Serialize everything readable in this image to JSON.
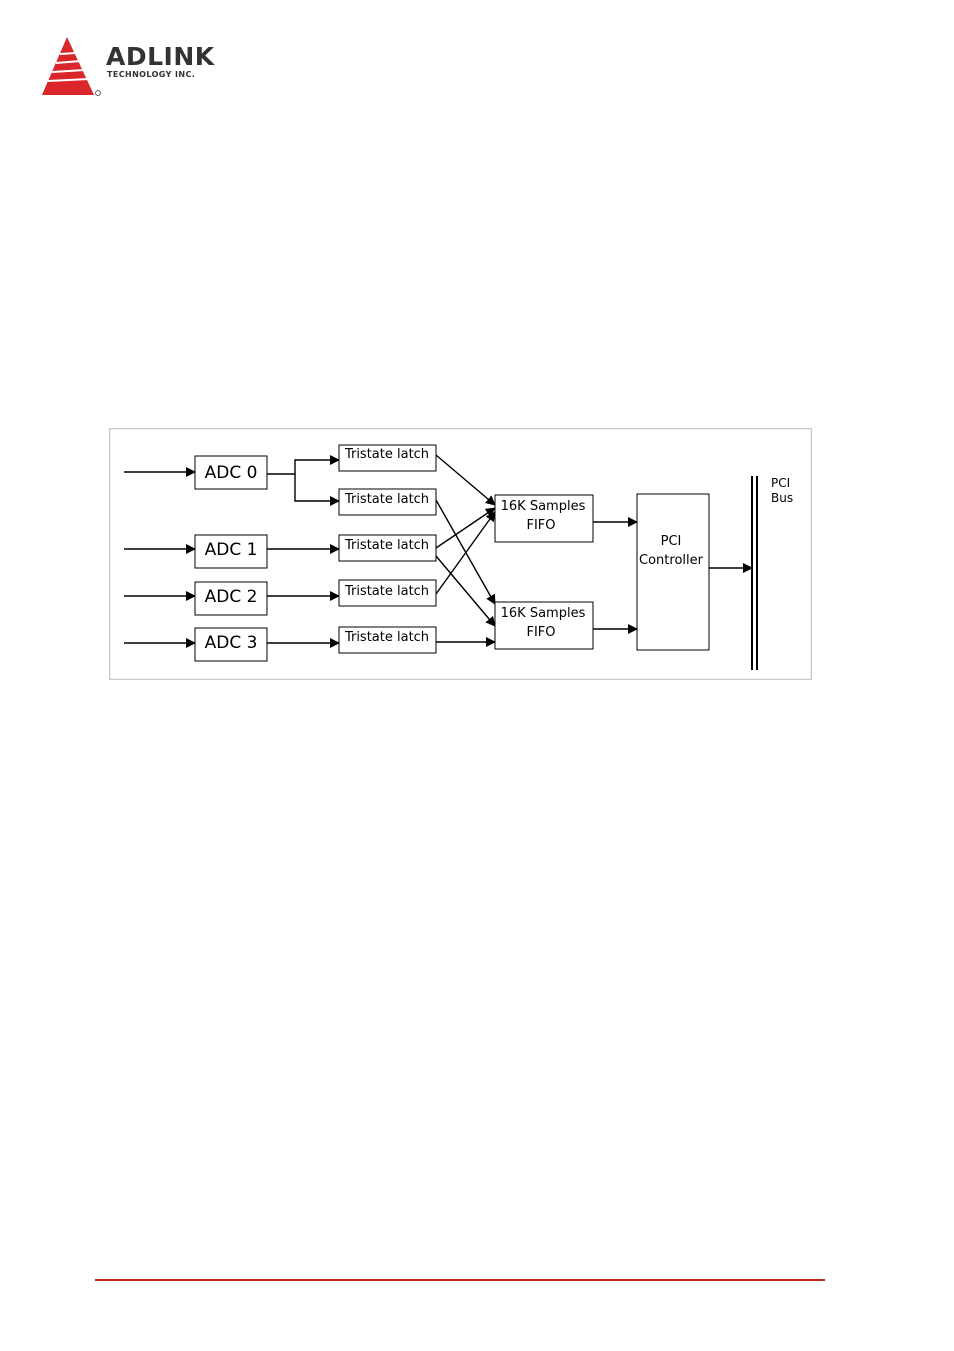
{
  "header": {
    "logo": {
      "icon": "adlink-triangle-logo",
      "brand": "ADLINK",
      "tagline": "TECHNOLOGY INC.",
      "accent_color": "#d9262b"
    }
  },
  "diagram": {
    "adcs": [
      {
        "label": "ADC 0"
      },
      {
        "label": "ADC 1"
      },
      {
        "label": "ADC 2"
      },
      {
        "label": "ADC 3"
      }
    ],
    "latches": [
      {
        "label": "Tristate latch"
      },
      {
        "label": "Tristate latch"
      },
      {
        "label": "Tristate latch"
      },
      {
        "label": "Tristate latch"
      },
      {
        "label": "Tristate latch"
      }
    ],
    "fifos": [
      {
        "line1": "16K Samples",
        "line2": "FIFO"
      },
      {
        "line1": "16K Samples",
        "line2": "FIFO"
      }
    ],
    "controller": {
      "line1": "PCI",
      "line2": "Controller"
    },
    "bus": {
      "line1": "PCI",
      "line2": "Bus"
    }
  },
  "footer": {
    "rule_color": "#c0281e"
  }
}
